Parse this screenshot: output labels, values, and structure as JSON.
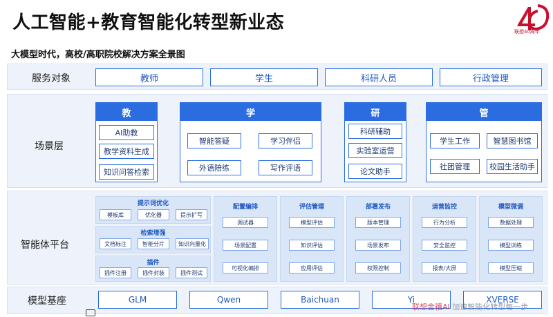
{
  "title": "人工智能+教育智能化转型新业态",
  "subtitle": "大模型时代，高校/高职院校解决方案全景图",
  "logo": {
    "number": "40",
    "text": "联想40周年",
    "color": "#c8102e"
  },
  "colors": {
    "accent": "#2b6de0",
    "band": "#eef3fb",
    "agent_bg": "#d9e6f8"
  },
  "service": {
    "label": "服务对象",
    "items": [
      "教师",
      "学生",
      "科研人员",
      "行政管理"
    ]
  },
  "scene": {
    "label": "场景层",
    "groups": [
      {
        "head": "教",
        "items": [
          "AI助教",
          "教学资料生成",
          "知识问答检索"
        ]
      },
      {
        "head": "学",
        "items": [
          "智能答疑",
          "学习伴侣",
          "外语陪练",
          "写作评语"
        ]
      },
      {
        "head": "研",
        "items": [
          "科研辅助",
          "实验室运营",
          "论文助手"
        ]
      },
      {
        "head": "管",
        "items": [
          "学生工作",
          "智慧图书馆",
          "社团管理",
          "校园生活助手"
        ]
      }
    ]
  },
  "agent": {
    "label": "智能体平台",
    "left_groups": [
      {
        "head": "提示词优化",
        "items": [
          "模板库",
          "优化器",
          "提示扩写"
        ]
      },
      {
        "head": "检索增强",
        "items": [
          "文档标注",
          "智能分片",
          "知识向量化"
        ]
      },
      {
        "head": "插件",
        "items": [
          "插件注册",
          "插件封装",
          "插件测试"
        ]
      }
    ],
    "columns": [
      {
        "head": "配置编排",
        "items": [
          "调试器",
          "场景配置",
          "可视化编排"
        ]
      },
      {
        "head": "评估管理",
        "items": [
          "模型评估",
          "知识评估",
          "应用评估"
        ]
      },
      {
        "head": "部署发布",
        "items": [
          "版本管理",
          "场景发布",
          "权限控制"
        ]
      },
      {
        "head": "运营监控",
        "items": [
          "行为分析",
          "安全监控",
          "报表/大屏"
        ]
      },
      {
        "head": "模型微调",
        "items": [
          "数据处理",
          "模型训练",
          "模型压缩"
        ]
      }
    ]
  },
  "model_base": {
    "label": "模型基座",
    "items": [
      "GLM",
      "Qwen",
      "Baichuan",
      "Yi",
      "XVERSE"
    ]
  },
  "watermark": {
    "brand": "联想金禧AI",
    "slogan": "加速智能化转型每一步"
  }
}
